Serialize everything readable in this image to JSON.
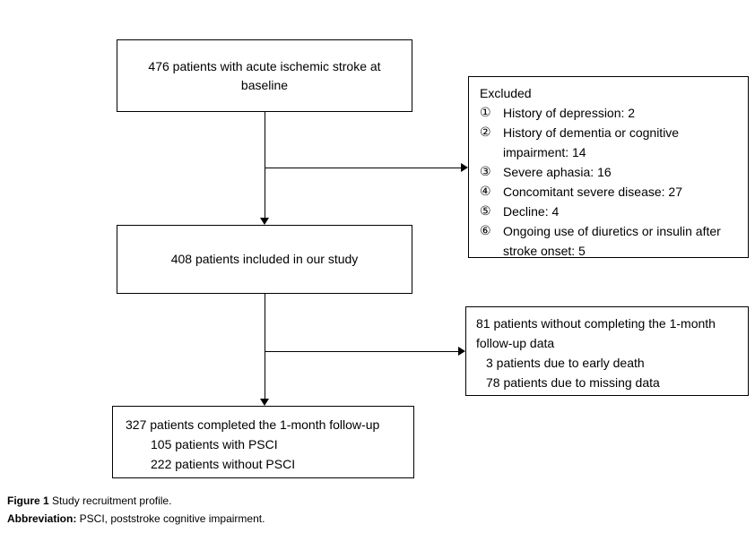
{
  "flowchart": {
    "box_baseline": {
      "text": "476 patients with acute ischemic stroke at baseline"
    },
    "box_included": {
      "text": "408 patients included in our study"
    },
    "box_completed": {
      "line1": "327 patients completed the 1-month follow-up",
      "line2": "105 patients with PSCI",
      "line3": "222 patients without PSCI"
    },
    "box_excluded": {
      "title": "Excluded",
      "items": [
        {
          "marker": "①",
          "text": "History of depression: 2"
        },
        {
          "marker": "②",
          "text": "History of dementia or cognitive impairment: 14"
        },
        {
          "marker": "③",
          "text": "Severe aphasia: 16"
        },
        {
          "marker": "④",
          "text": "Concomitant severe disease: 27"
        },
        {
          "marker": "⑤",
          "text": "Decline: 4"
        },
        {
          "marker": "⑥",
          "text": "Ongoing use of diuretics or insulin after stroke onset: 5"
        }
      ]
    },
    "box_dropout": {
      "line1": "81 patients without completing the 1-month follow-up data",
      "line2": "3 patients due to early death",
      "line3": "78 patients due to missing data"
    },
    "colors": {
      "line": "#000000",
      "text": "#000000",
      "background": "#ffffff"
    }
  },
  "caption": {
    "figure_label": "Figure 1",
    "figure_text": " Study recruitment profile.",
    "abbreviation_label": "Abbreviation:",
    "abbreviation_text": " PSCI, poststroke cognitive impairment."
  }
}
